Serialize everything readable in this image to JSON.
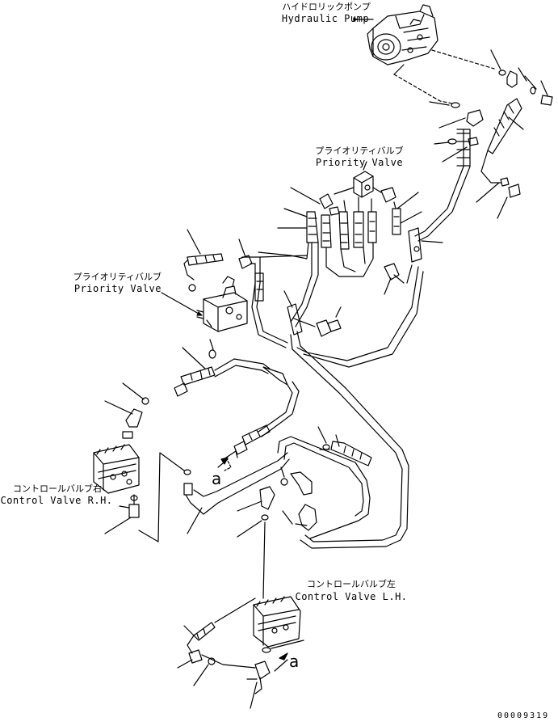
{
  "labels": {
    "hydraulic_pump_jp": "ハイドロリックポンプ",
    "hydraulic_pump_en": "Hydraulic Pump",
    "priority_valve_top_jp": "プライオリティバルブ",
    "priority_valve_top_en": "Priority Valve",
    "priority_valve_left_jp": "プライオリティバルブ",
    "priority_valve_left_en": "Priority Valve",
    "control_valve_rh_jp": "コントロールバルブ右",
    "control_valve_rh_en": "Control Valve R.H.",
    "control_valve_lh_jp": "コントロールバルブ左",
    "control_valve_lh_en": "Control Valve L.H."
  },
  "connection_marks": [
    "a",
    "a"
  ],
  "document_number": "00009319"
}
